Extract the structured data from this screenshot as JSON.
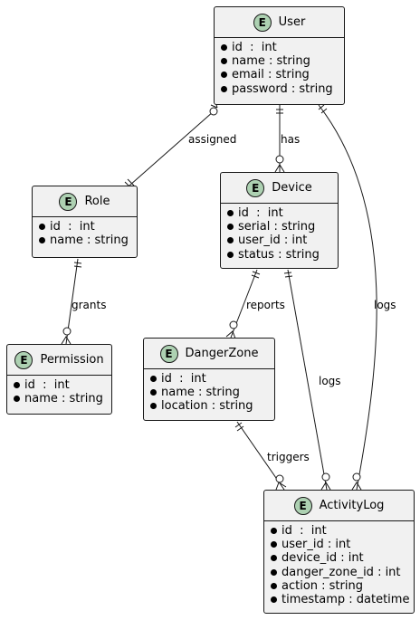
{
  "entities": {
    "user": {
      "badge": "E",
      "name": "User",
      "attributes": [
        "id  :  int",
        "name : string",
        "email : string",
        "password : string"
      ]
    },
    "role": {
      "badge": "E",
      "name": "Role",
      "attributes": [
        "id  :  int",
        "name : string"
      ]
    },
    "device": {
      "badge": "E",
      "name": "Device",
      "attributes": [
        "id  :  int",
        "serial : string",
        "user_id : int",
        "status : string"
      ]
    },
    "permission": {
      "badge": "E",
      "name": "Permission",
      "attributes": [
        "id  :  int",
        "name : string"
      ]
    },
    "danger_zone": {
      "badge": "E",
      "name": "DangerZone",
      "attributes": [
        "id  :  int",
        "name : string",
        "location : string"
      ]
    },
    "activity_log": {
      "badge": "E",
      "name": "ActivityLog",
      "attributes": [
        "id  :  int",
        "user_id : int",
        "device_id : int",
        "danger_zone_id : int",
        "action : string",
        "timestamp : datetime"
      ]
    }
  },
  "relationships": {
    "user_role": "assigned",
    "user_device": "has",
    "role_permission": "grants",
    "device_danger_zone": "reports",
    "device_activity_log": "logs",
    "user_activity_log": "logs",
    "danger_zone_activity_log": "triggers"
  },
  "colors": {
    "entity_fill": "#f1f1f1",
    "badge_fill": "#add1b2",
    "line": "#181818"
  }
}
